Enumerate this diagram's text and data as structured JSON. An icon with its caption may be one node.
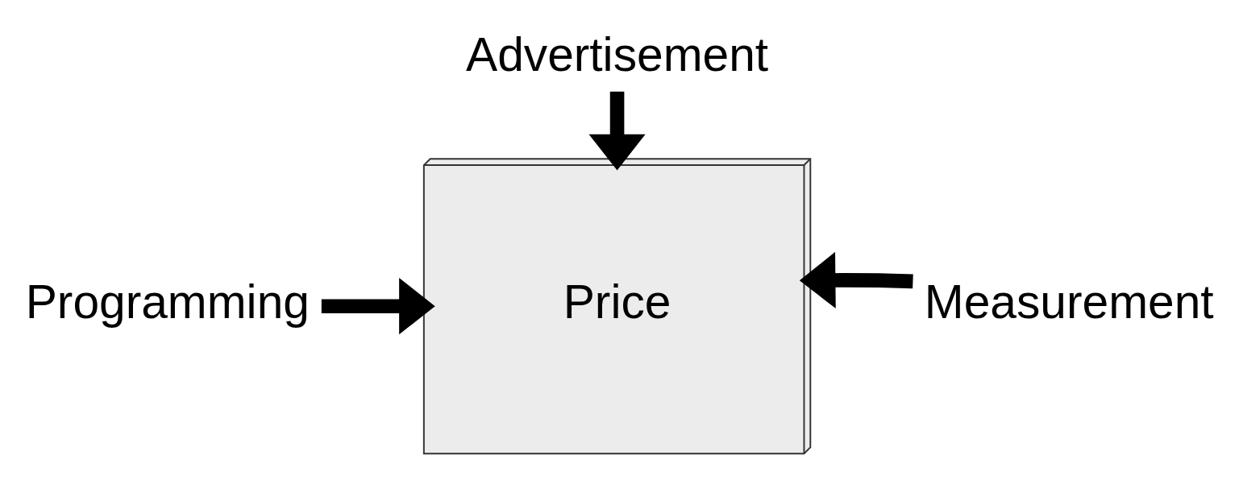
{
  "diagram": {
    "nodes": [
      {
        "text": [
          "Advertisement"
        ]
      },
      {
        "text": [
          "Programming"
        ]
      },
      {
        "text": [
          "Price"
        ]
      },
      {
        "text": [
          "Measurement"
        ]
      }
    ],
    "edges": [
      {
        "from": 0,
        "to": 2,
        "arrow": "to"
      },
      {
        "from": 1,
        "to": 2,
        "arrow": "to"
      },
      {
        "from": 3,
        "to": 2,
        "arrow": "to"
      }
    ]
  }
}
